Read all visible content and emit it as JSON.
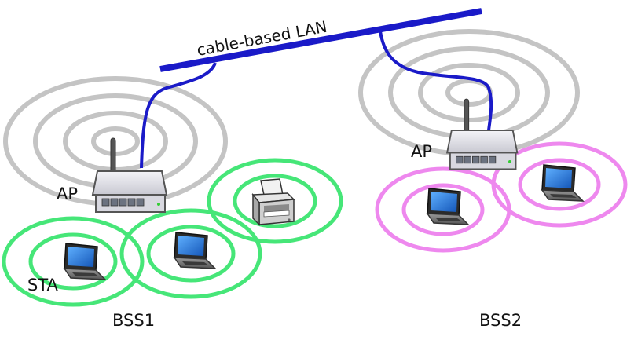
{
  "labels": {
    "lan": "cable-based LAN",
    "ap1": "AP",
    "ap2": "AP",
    "sta": "STA",
    "bss1": "BSS1",
    "bss2": "BSS2"
  },
  "colors": {
    "lan_bar": "#1a1ac8",
    "cable": "#1a1ac8",
    "ap_rings": "#c4c4c4",
    "bss1_rings": "#46e678",
    "bss2_rings": "#ee88ee",
    "router_body": "#e9e9ee",
    "laptop_screen": "#2a7fd8"
  },
  "icons": {
    "router": "wireless-router-icon",
    "laptop": "laptop-icon",
    "printer": "printer-icon"
  }
}
